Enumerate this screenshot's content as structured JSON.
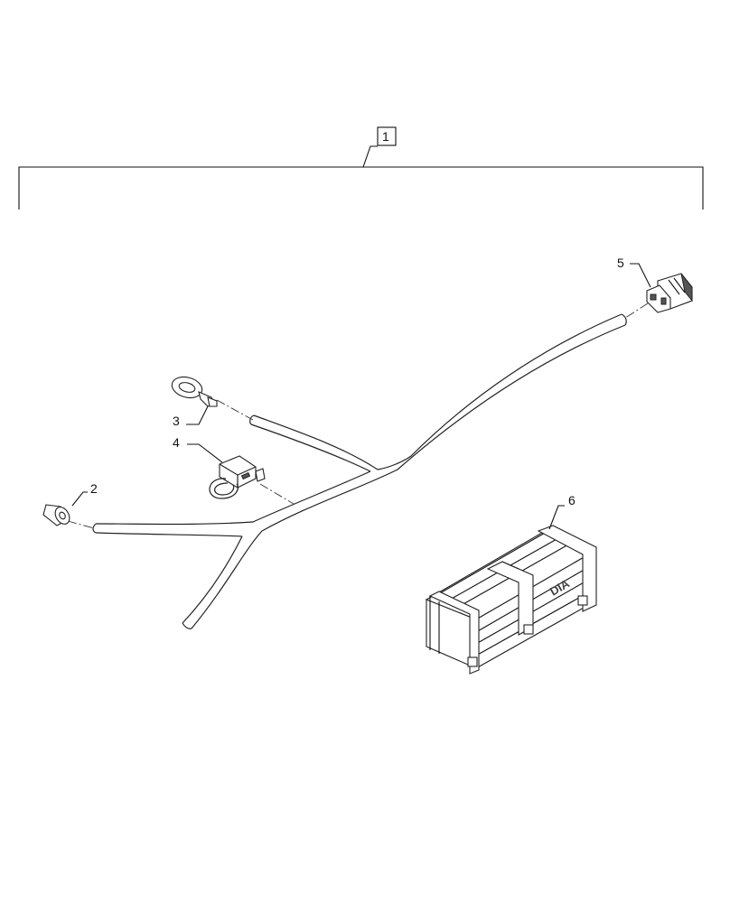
{
  "callouts": {
    "c1": "1",
    "c2": "2",
    "c3": "3",
    "c4": "4",
    "c5": "5",
    "c6": "6"
  },
  "crate_logo": "DIA",
  "colors": {
    "line": "#111111",
    "background": "#ffffff"
  }
}
